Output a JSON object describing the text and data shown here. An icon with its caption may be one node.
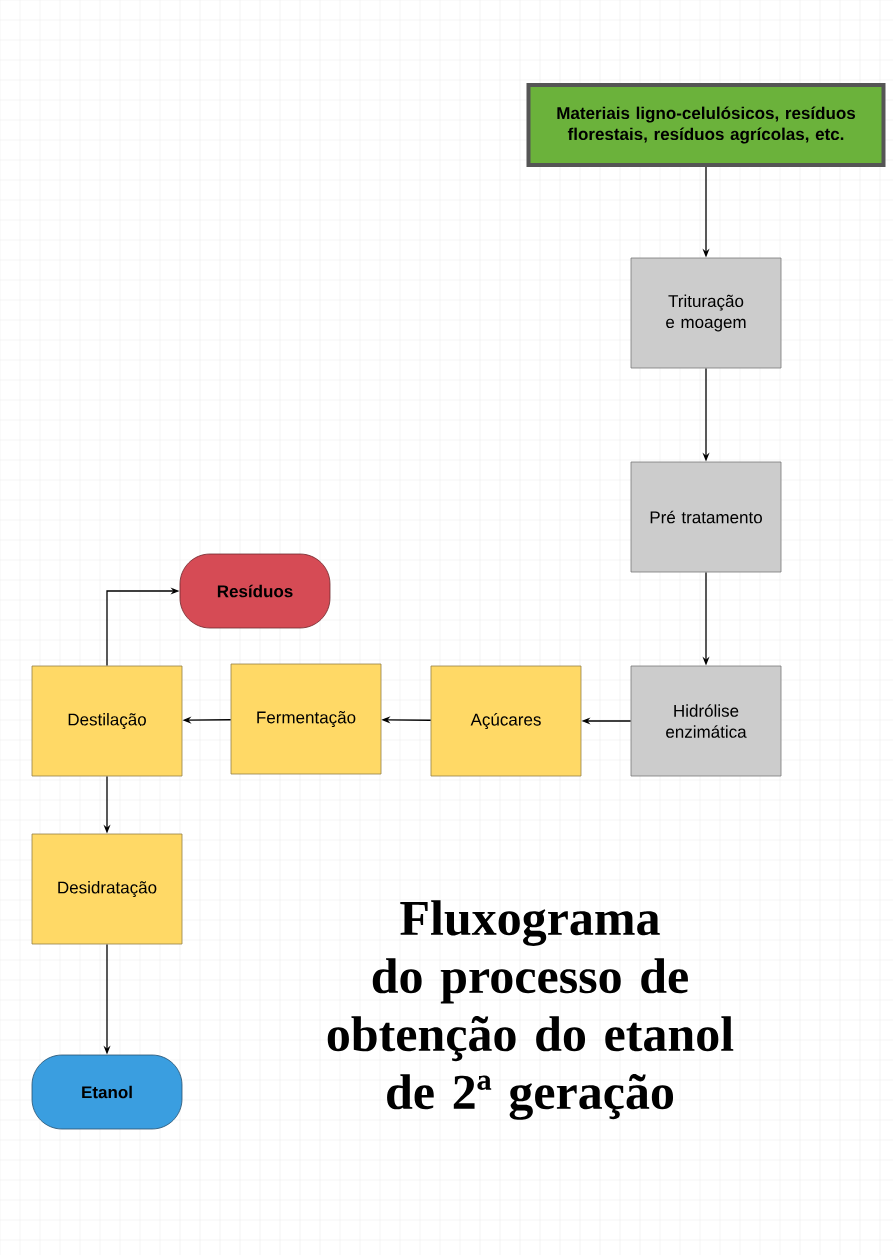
{
  "diagram": {
    "title": "Fluxograma do processo de obtenção do etanol de 2ª geração",
    "nodes": [
      {
        "text": [
          "Materiais ligno-celulósicos, resíduos florestais, resíduos agrícolas, etc."
        ]
      },
      {
        "text": [
          "Trituração e moagem"
        ]
      },
      {
        "text": [
          "Pré tratamento"
        ]
      },
      {
        "text": [
          "Hidrólise enzimática"
        ]
      },
      {
        "text": [
          "Açúcares"
        ]
      },
      {
        "text": [
          "Fermentação"
        ]
      },
      {
        "text": [
          "Destilação"
        ]
      },
      {
        "text": [
          "Resíduos"
        ]
      },
      {
        "text": [
          "Desidratação"
        ]
      },
      {
        "text": [
          "Etanol"
        ]
      }
    ],
    "edges": [
      {
        "from": 0,
        "to": 1,
        "arrow": "to"
      },
      {
        "from": 1,
        "to": 2,
        "arrow": "to"
      },
      {
        "from": 2,
        "to": 3,
        "arrow": "to"
      },
      {
        "from": 3,
        "to": 4,
        "arrow": "to"
      },
      {
        "from": 4,
        "to": 5,
        "arrow": "to"
      },
      {
        "from": 5,
        "to": 6,
        "arrow": "to"
      },
      {
        "from": 6,
        "to": 7,
        "arrow": "to"
      },
      {
        "from": 6,
        "to": 8,
        "arrow": "to"
      },
      {
        "from": 8,
        "to": 9,
        "arrow": "to"
      }
    ]
  }
}
